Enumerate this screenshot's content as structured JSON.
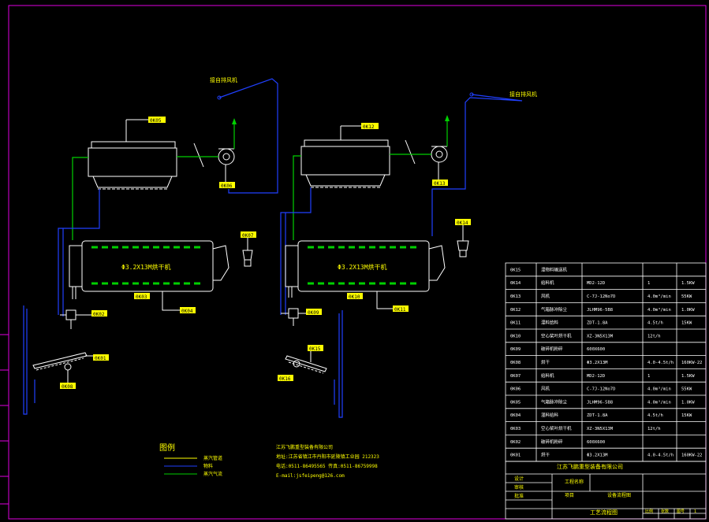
{
  "colors": {
    "frame": "#e000e0",
    "equipment": "#ffffff",
    "steam": "#00d000",
    "material": "#2040ff",
    "text": "#ffff00",
    "tag": "#ffff00"
  },
  "labels": {
    "left_fan_outlet": "接自排风机",
    "right_fan_outlet": "接自排风机",
    "left_dryer_name": "Φ3.2X13M烘干机",
    "right_dryer_name": "Φ3.2X13M烘干机"
  },
  "tags": {
    "l_collector": "0K05",
    "l_fan": "0K06",
    "l_hopper": "0K07",
    "l_dryer": "0K03",
    "l_dryer2": "0K04",
    "l_feeder": "0K02",
    "l_conveyor": "0K01",
    "l_crusher": "0K08",
    "r_collector": "0K12",
    "r_fan": "0K13",
    "r_hopper": "0K14",
    "r_dryer": "0K10",
    "r_dryer2": "0K11",
    "r_feeder": "0K09",
    "r_conveyor": "0K15",
    "r_crusher": "0K16"
  },
  "legend": {
    "title": "图例",
    "items": [
      {
        "label": "蒸汽管道",
        "color": "#ffff00"
      },
      {
        "label": "物料",
        "color": "#2040ff"
      },
      {
        "label": "蒸汽气流",
        "color": "#00d000"
      }
    ]
  },
  "company_info": {
    "line1": "江苏飞鹏重型装备有限公司",
    "line2": "地址:江苏省镇江市丹阳市延陵镇工业园 212323",
    "line3": "电话:0511-86495565          传真:0511-86759998",
    "line4": "E-mail:jsfeipeng@126.com"
  },
  "parts_table": {
    "rows": [
      {
        "code": "0K15",
        "name": "湿物料输送机",
        "spec": "",
        "qty": "",
        "power": ""
      },
      {
        "code": "0K14",
        "name": "给料机",
        "spec": "MD2-12D",
        "qty": "1",
        "power": "1.5KW"
      },
      {
        "code": "0K13",
        "name": "风机",
        "spec": "C-7J-12No7D",
        "qty": "4.0m³/min",
        "power": "55KW"
      },
      {
        "code": "0K12",
        "name": "气箱脉冲除尘",
        "spec": "JLHM96-5B8",
        "qty": "4.0m³/min",
        "power": "1.0KW"
      },
      {
        "code": "0K11",
        "name": "湿料给料",
        "spec": "ZDT-1.8A",
        "qty": "4.5t/h",
        "power": "15KW"
      },
      {
        "code": "0K10",
        "name": "空心桨叶烘干机",
        "spec": "XZ-3N5X13M",
        "qty": "12t/h",
        "power": ""
      },
      {
        "code": "0K09",
        "name": "破碎机粉碎",
        "spec": "600X600",
        "qty": "",
        "power": ""
      },
      {
        "code": "0K08",
        "name": "烘干",
        "spec": "Φ3.2X13M",
        "qty": "4.0-4.5t/h",
        "power": "160KW-22"
      },
      {
        "code": "0K07",
        "name": "给料机",
        "spec": "MD2-12D",
        "qty": "1",
        "power": "1.5KW"
      },
      {
        "code": "0K06",
        "name": "风机",
        "spec": "C-7J-12No7D",
        "qty": "4.0m³/min",
        "power": "55KW"
      },
      {
        "code": "0K05",
        "name": "气箱脉冲除尘",
        "spec": "JLHM96-5B8",
        "qty": "4.0m³/min",
        "power": "1.0KW"
      },
      {
        "code": "0K04",
        "name": "湿料给料",
        "spec": "ZDT-1.8A",
        "qty": "4.5t/h",
        "power": "15KW"
      },
      {
        "code": "0K03",
        "name": "空心桨叶烘干机",
        "spec": "XZ-3N5X13M",
        "qty": "12t/h",
        "power": ""
      },
      {
        "code": "0K02",
        "name": "破碎机粉碎",
        "spec": "600X600",
        "qty": "",
        "power": ""
      },
      {
        "code": "0K01",
        "name": "烘干",
        "spec": "Φ3.2X13M",
        "qty": "4.0-4.5t/h",
        "power": "160KW-22"
      }
    ]
  },
  "title_block": {
    "company": "江苏飞鹏重型装备有限公司",
    "label_design": "设计",
    "label_check": "审核",
    "label_approve": "批准",
    "label_project": "工程名称",
    "label_item": "项目",
    "drawing_name": "工艺流程图",
    "item_name": "设备流程图",
    "label_scale": "比例",
    "label_sheet": "张数",
    "label_drawing_no": "图号",
    "sheet_value": "1"
  }
}
